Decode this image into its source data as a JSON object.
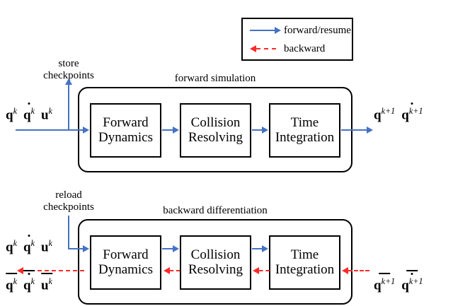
{
  "legend": {
    "items": [
      {
        "id": "forward",
        "label": "forward/resume",
        "style": "solid-arrow-right",
        "color": "#4472C4"
      },
      {
        "id": "backward",
        "label": "backward",
        "style": "dashed-arrow-left",
        "color": "#FF2A2A"
      }
    ]
  },
  "top_section": {
    "title": "forward simulation",
    "caption": {
      "line1": "store",
      "line2": "checkpoints"
    },
    "stages": [
      {
        "id": "forward-dynamics",
        "line1": "Forward",
        "line2": "Dynamics"
      },
      {
        "id": "collision-resolving",
        "line1": "Collision",
        "line2": "Resolving"
      },
      {
        "id": "time-integration",
        "line1": "Time",
        "line2": "Integration"
      }
    ],
    "input_label": {
      "q": "q",
      "qdot": "q",
      "u": "u",
      "sup": "k"
    },
    "output_label": {
      "q": "q",
      "qdot": "q",
      "sup": "k+1"
    }
  },
  "bottom_section": {
    "title": "backward differentiation",
    "caption": {
      "line1": "reload",
      "line2": "checkpoints"
    },
    "stages": [
      {
        "id": "forward-dynamics",
        "line1": "Forward",
        "line2": "Dynamics"
      },
      {
        "id": "collision-resolving",
        "line1": "Collision",
        "line2": "Resolving"
      },
      {
        "id": "time-integration",
        "line1": "Time",
        "line2": "Integration"
      }
    ],
    "input_label": {
      "q": "q",
      "qdot": "q",
      "u": "u",
      "sup": "k"
    },
    "adjoint_in_label": {
      "q": "q",
      "qdot": "q",
      "u": "u",
      "sup": "k"
    },
    "adjoint_out_label": {
      "q": "q",
      "qdot": "q",
      "sup": "k+1"
    }
  },
  "colors": {
    "forward_arrow": "#4472C4",
    "backward_arrow": "#FF2A2A",
    "box_border": "#000000",
    "background": "#ffffff"
  }
}
